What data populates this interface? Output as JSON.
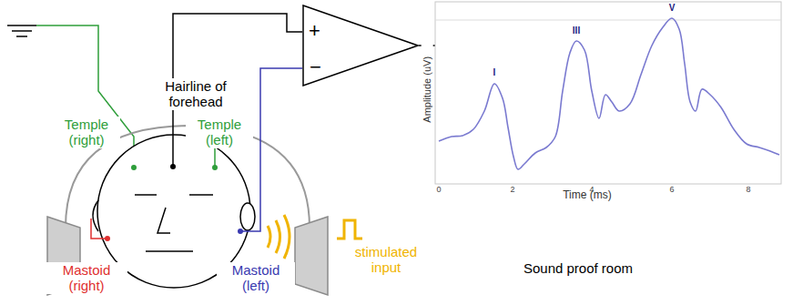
{
  "diagram": {
    "nodes": [
      {
        "text": [
          "+",
          "−"
        ]
      }
    ],
    "labels": [
      "Hairline of forehead",
      "Temple (right)",
      "Temple (left)",
      "Mastoid (right)",
      "Mastoid (left)",
      "stimulated input",
      "Amplitude (uV)",
      "Time (ms)",
      "I",
      "III",
      "V",
      "0",
      "2",
      "4",
      "6",
      "8",
      "Sound proof room"
    ]
  }
}
